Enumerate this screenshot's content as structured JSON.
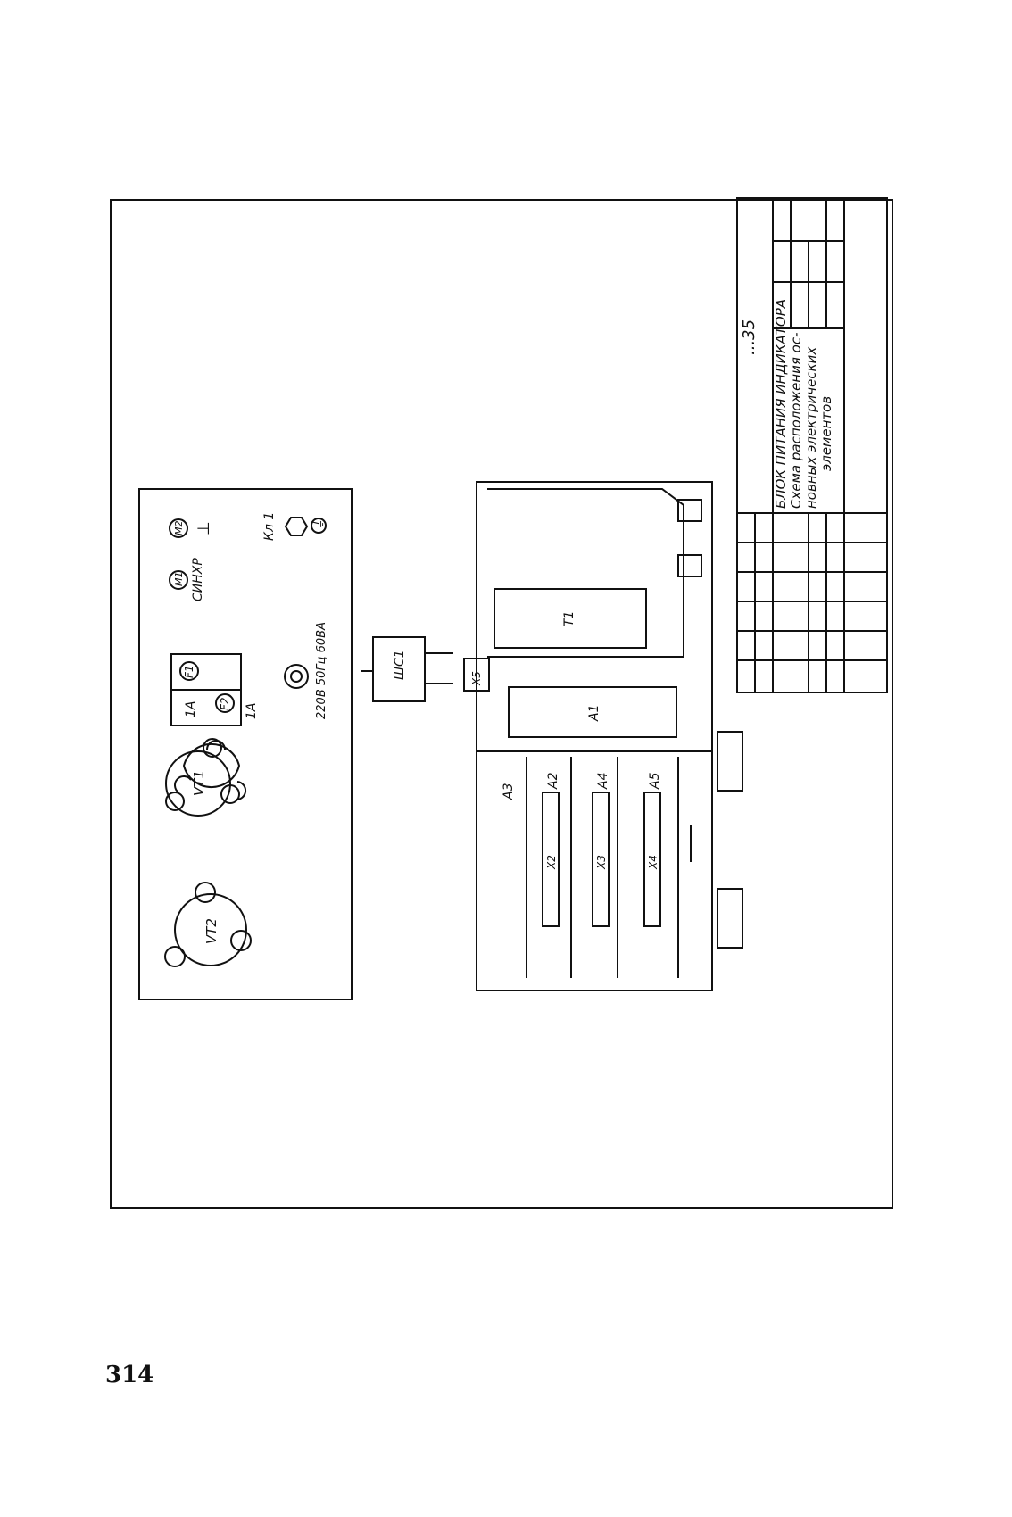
{
  "page": {
    "number": "314"
  },
  "title_block": {
    "code": "...35",
    "title": "БЛОК ПИТАНИЯ ИНДИКАТОРА",
    "subtitle_lines": [
      "Схема расположения ос-",
      "новных электрических",
      "элементов"
    ]
  },
  "front_panel": {
    "tubes": [
      "VT1",
      "VT2"
    ],
    "fuses": [
      "F1",
      "F2"
    ],
    "fuse_ratings": [
      "1A",
      "1A"
    ],
    "meters": [
      "M1",
      "M2"
    ],
    "sync_label": "СИНХР",
    "ground_symbol": "⊥",
    "button": "Кл 1",
    "earth_symbol": "⏚",
    "power_label": "220В 50Гц 60ВА"
  },
  "cable_plug": "ШС1",
  "chassis": {
    "transformer": "T1",
    "module_a1": "A1",
    "connector_x5": "X5",
    "boards": [
      "A3",
      "A2",
      "A4",
      "A5"
    ],
    "connectors": [
      "X2",
      "X3",
      "X4"
    ]
  }
}
